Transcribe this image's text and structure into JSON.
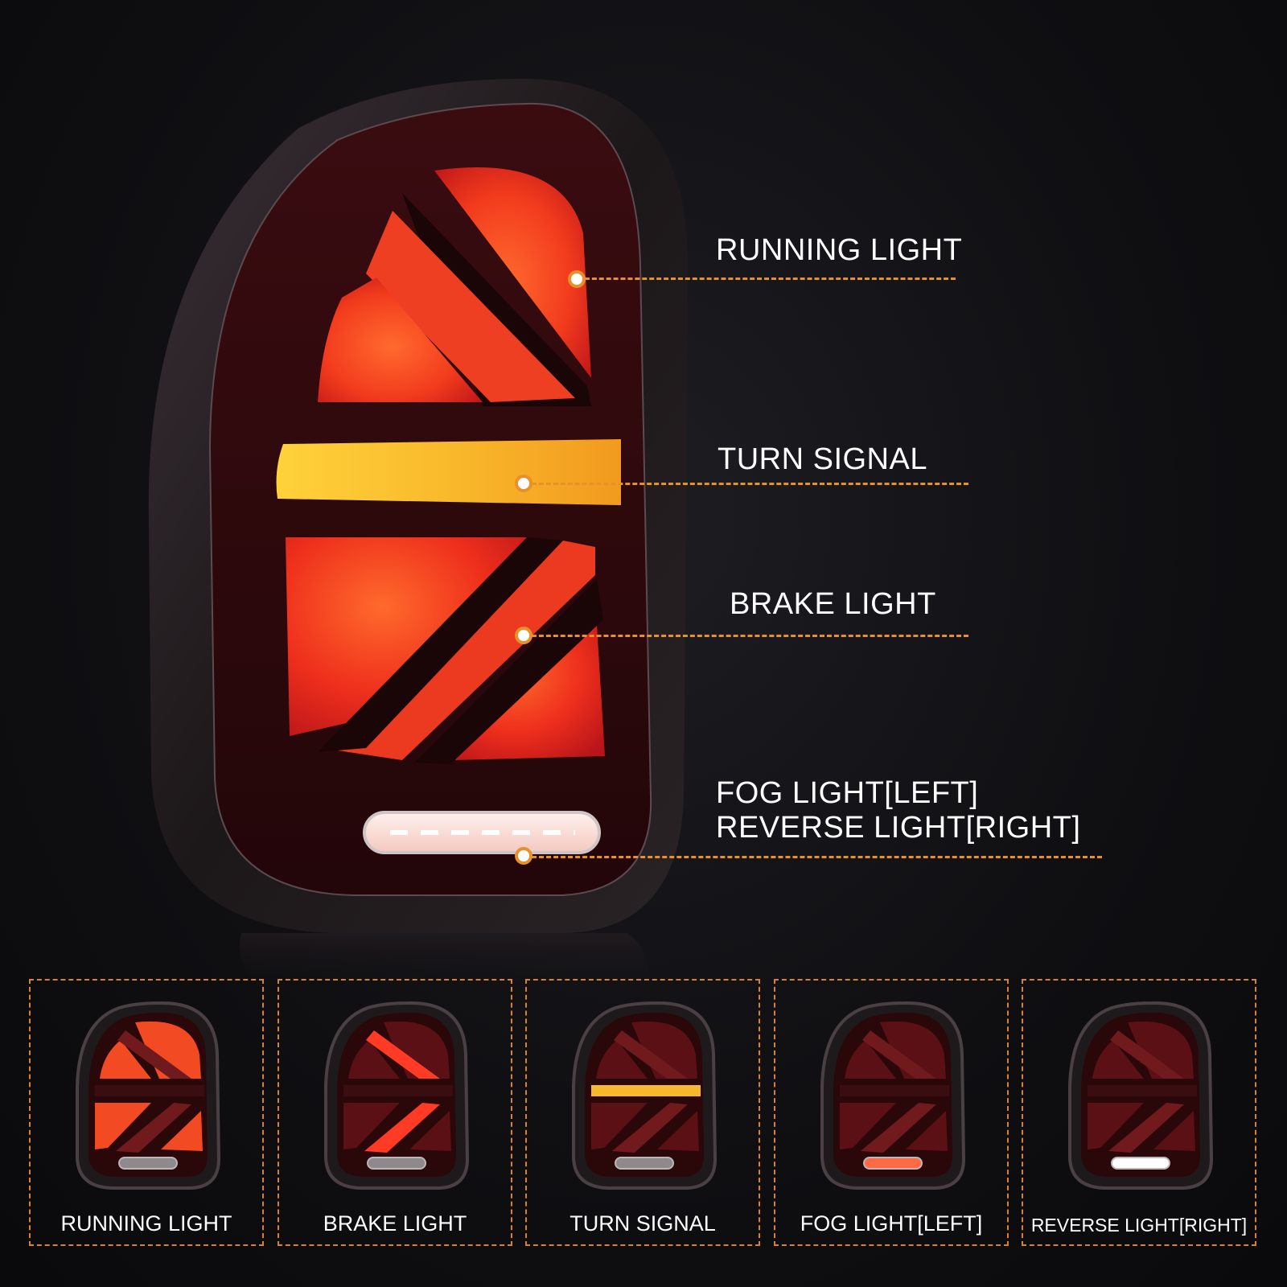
{
  "callouts": [
    {
      "label": "RUNNING LIGHT"
    },
    {
      "label": "TURN SIGNAL"
    },
    {
      "label": "BRAKE LIGHT"
    },
    {
      "label_line1": "FOG LIGHT[LEFT]",
      "label_line2": "REVERSE LIGHT[RIGHT]"
    }
  ],
  "modes": [
    {
      "label": "RUNNING LIGHT",
      "active": "running"
    },
    {
      "label": "BRAKE LIGHT",
      "active": "brake"
    },
    {
      "label": "TURN SIGNAL",
      "active": "turn"
    },
    {
      "label": "FOG LIGHT[LEFT]",
      "active": "fog"
    },
    {
      "label": "REVERSE LIGHT[RIGHT]",
      "active": "reverse"
    }
  ],
  "colors": {
    "accent": "#e8902a",
    "lens_red": "#e2261b",
    "turn_amber": "#f6b92b",
    "reverse_white": "#ffffff"
  }
}
